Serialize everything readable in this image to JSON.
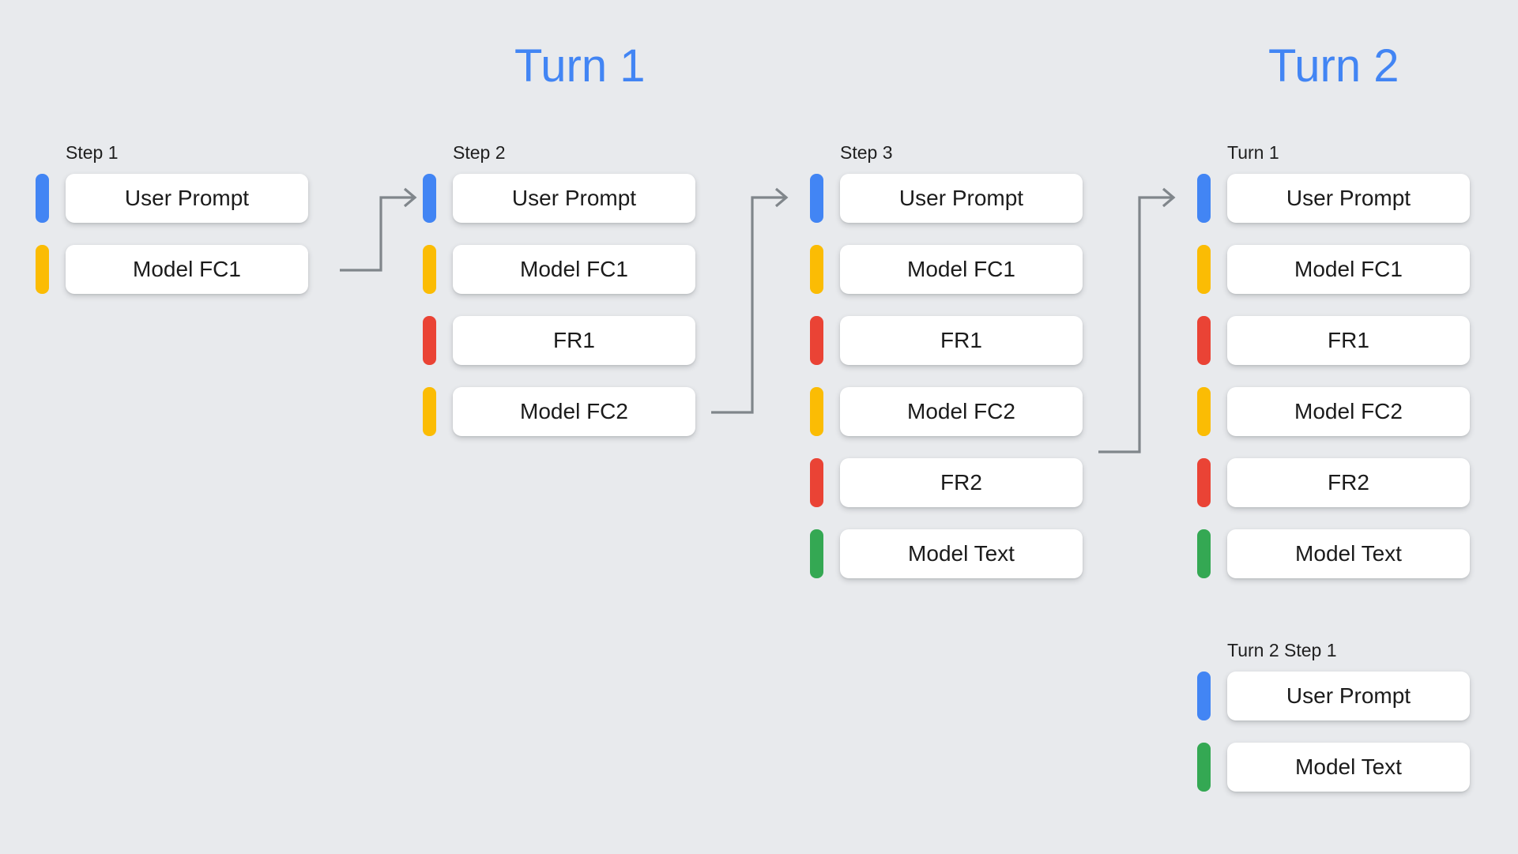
{
  "background_color": "#e8eaed",
  "palette": {
    "user": "#4285f4",
    "function_call": "#fbbc04",
    "function_response": "#ea4335",
    "model_text": "#34a853",
    "connector": "#80868b",
    "heading": "#4285f4",
    "card": "#ffffff",
    "label_text": "#1f1f1f"
  },
  "headings": [
    {
      "id": "turn-1",
      "label": "Turn 1"
    },
    {
      "id": "turn-2",
      "label": "Turn 2"
    }
  ],
  "columns": [
    {
      "id": "step1",
      "label": "Step 1",
      "rows": [
        {
          "label": "User Prompt",
          "role": "user"
        },
        {
          "label": "Model FC1",
          "role": "fc"
        }
      ]
    },
    {
      "id": "step2",
      "label": "Step 2",
      "rows": [
        {
          "label": "User Prompt",
          "role": "user"
        },
        {
          "label": "Model FC1",
          "role": "fc"
        },
        {
          "label": "FR1",
          "role": "fr"
        },
        {
          "label": "Model FC2",
          "role": "fc"
        }
      ]
    },
    {
      "id": "step3",
      "label": "Step 3",
      "rows": [
        {
          "label": "User Prompt",
          "role": "user"
        },
        {
          "label": "Model FC1",
          "role": "fc"
        },
        {
          "label": "FR1",
          "role": "fr"
        },
        {
          "label": "Model FC2",
          "role": "fc"
        },
        {
          "label": "FR2",
          "role": "fr"
        },
        {
          "label": "Model Text",
          "role": "text"
        }
      ]
    },
    {
      "id": "turn1",
      "label": "Turn 1",
      "rows": [
        {
          "label": "User Prompt",
          "role": "user"
        },
        {
          "label": "Model FC1",
          "role": "fc"
        },
        {
          "label": "FR1",
          "role": "fr"
        },
        {
          "label": "Model FC2",
          "role": "fc"
        },
        {
          "label": "FR2",
          "role": "fr"
        },
        {
          "label": "Model Text",
          "role": "text"
        }
      ]
    },
    {
      "id": "turn2step1",
      "label": "Turn 2 Step 1",
      "rows": [
        {
          "label": "User Prompt",
          "role": "user"
        },
        {
          "label": "Model Text",
          "role": "text"
        }
      ]
    }
  ],
  "connectors": [
    {
      "id": "step1-to-step2",
      "from": "step1",
      "to": "step2",
      "from_row": "Model FC1",
      "to_row": "User Prompt"
    },
    {
      "id": "step2-to-step3",
      "from": "step2",
      "to": "step3",
      "from_row": "Model FC2",
      "to_row": "User Prompt"
    },
    {
      "id": "step3-to-turn1",
      "from": "step3",
      "to": "turn1",
      "from_row": "FR2",
      "to_row": "User Prompt"
    }
  ]
}
